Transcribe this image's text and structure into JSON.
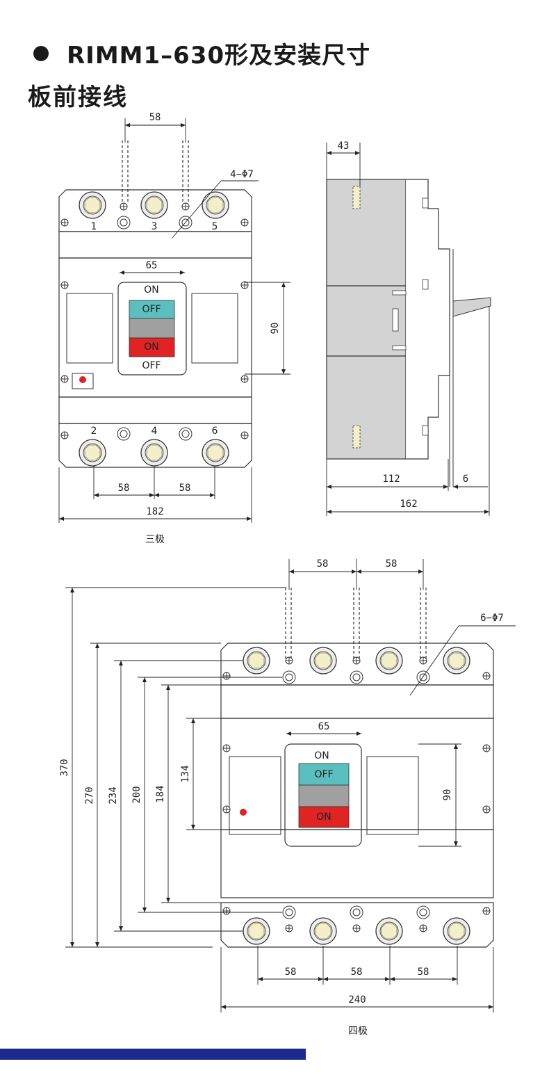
{
  "header": {
    "title": "RIMM1–630形及安装尺寸",
    "subtitle": "板前接线"
  },
  "three_pole": {
    "caption": "三极",
    "dims": {
      "top_pitch": "58",
      "hole": "4−Φ7",
      "handle_width": "65",
      "handle_height": "90",
      "bottom_pitch_1": "58",
      "bottom_pitch_2": "58",
      "overall_width": "182"
    },
    "terminals_top": [
      "1",
      "3",
      "5"
    ],
    "terminals_bottom": [
      "2",
      "4",
      "6"
    ],
    "handle": {
      "on_top": "ON",
      "off_btn": "OFF",
      "on_btn": "ON",
      "off_bottom": "OFF"
    }
  },
  "side_view": {
    "dims": {
      "top": "43",
      "depth": "112",
      "offset": "6",
      "overall": "162"
    }
  },
  "four_pole": {
    "caption": "四极",
    "dims": {
      "top_pitch_1": "58",
      "top_pitch_2": "58",
      "hole": "6−Φ7",
      "handle_width": "65",
      "handle_height": "90",
      "h370": "370",
      "h270": "270",
      "h234": "234",
      "h200": "200",
      "h184": "184",
      "h134": "134",
      "bottom_pitch_1": "58",
      "bottom_pitch_2": "58",
      "bottom_pitch_3": "58",
      "overall_width": "240"
    },
    "handle": {
      "on_top": "ON",
      "off_btn": "OFF",
      "on_btn": "ON"
    }
  },
  "colors": {
    "off": "#5bbfbf",
    "on": "#e02323",
    "mid": "#a0a0a0",
    "body": "#d3d3d3",
    "bar": "#1b2a8c"
  }
}
